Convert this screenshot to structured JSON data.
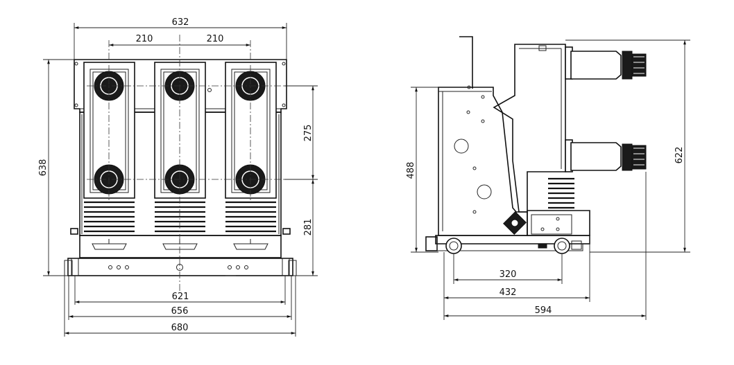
{
  "front_view": {
    "dims": {
      "top_width": "632",
      "pitch_left": "210",
      "pitch_right": "210",
      "height_left": "638",
      "upper_height": "275",
      "lower_height": "281",
      "width_621": "621",
      "width_656": "656",
      "width_680": "680"
    }
  },
  "side_view": {
    "dims": {
      "height_488": "488",
      "height_622": "622",
      "width_320": "320",
      "width_432": "432",
      "width_594": "594"
    }
  }
}
